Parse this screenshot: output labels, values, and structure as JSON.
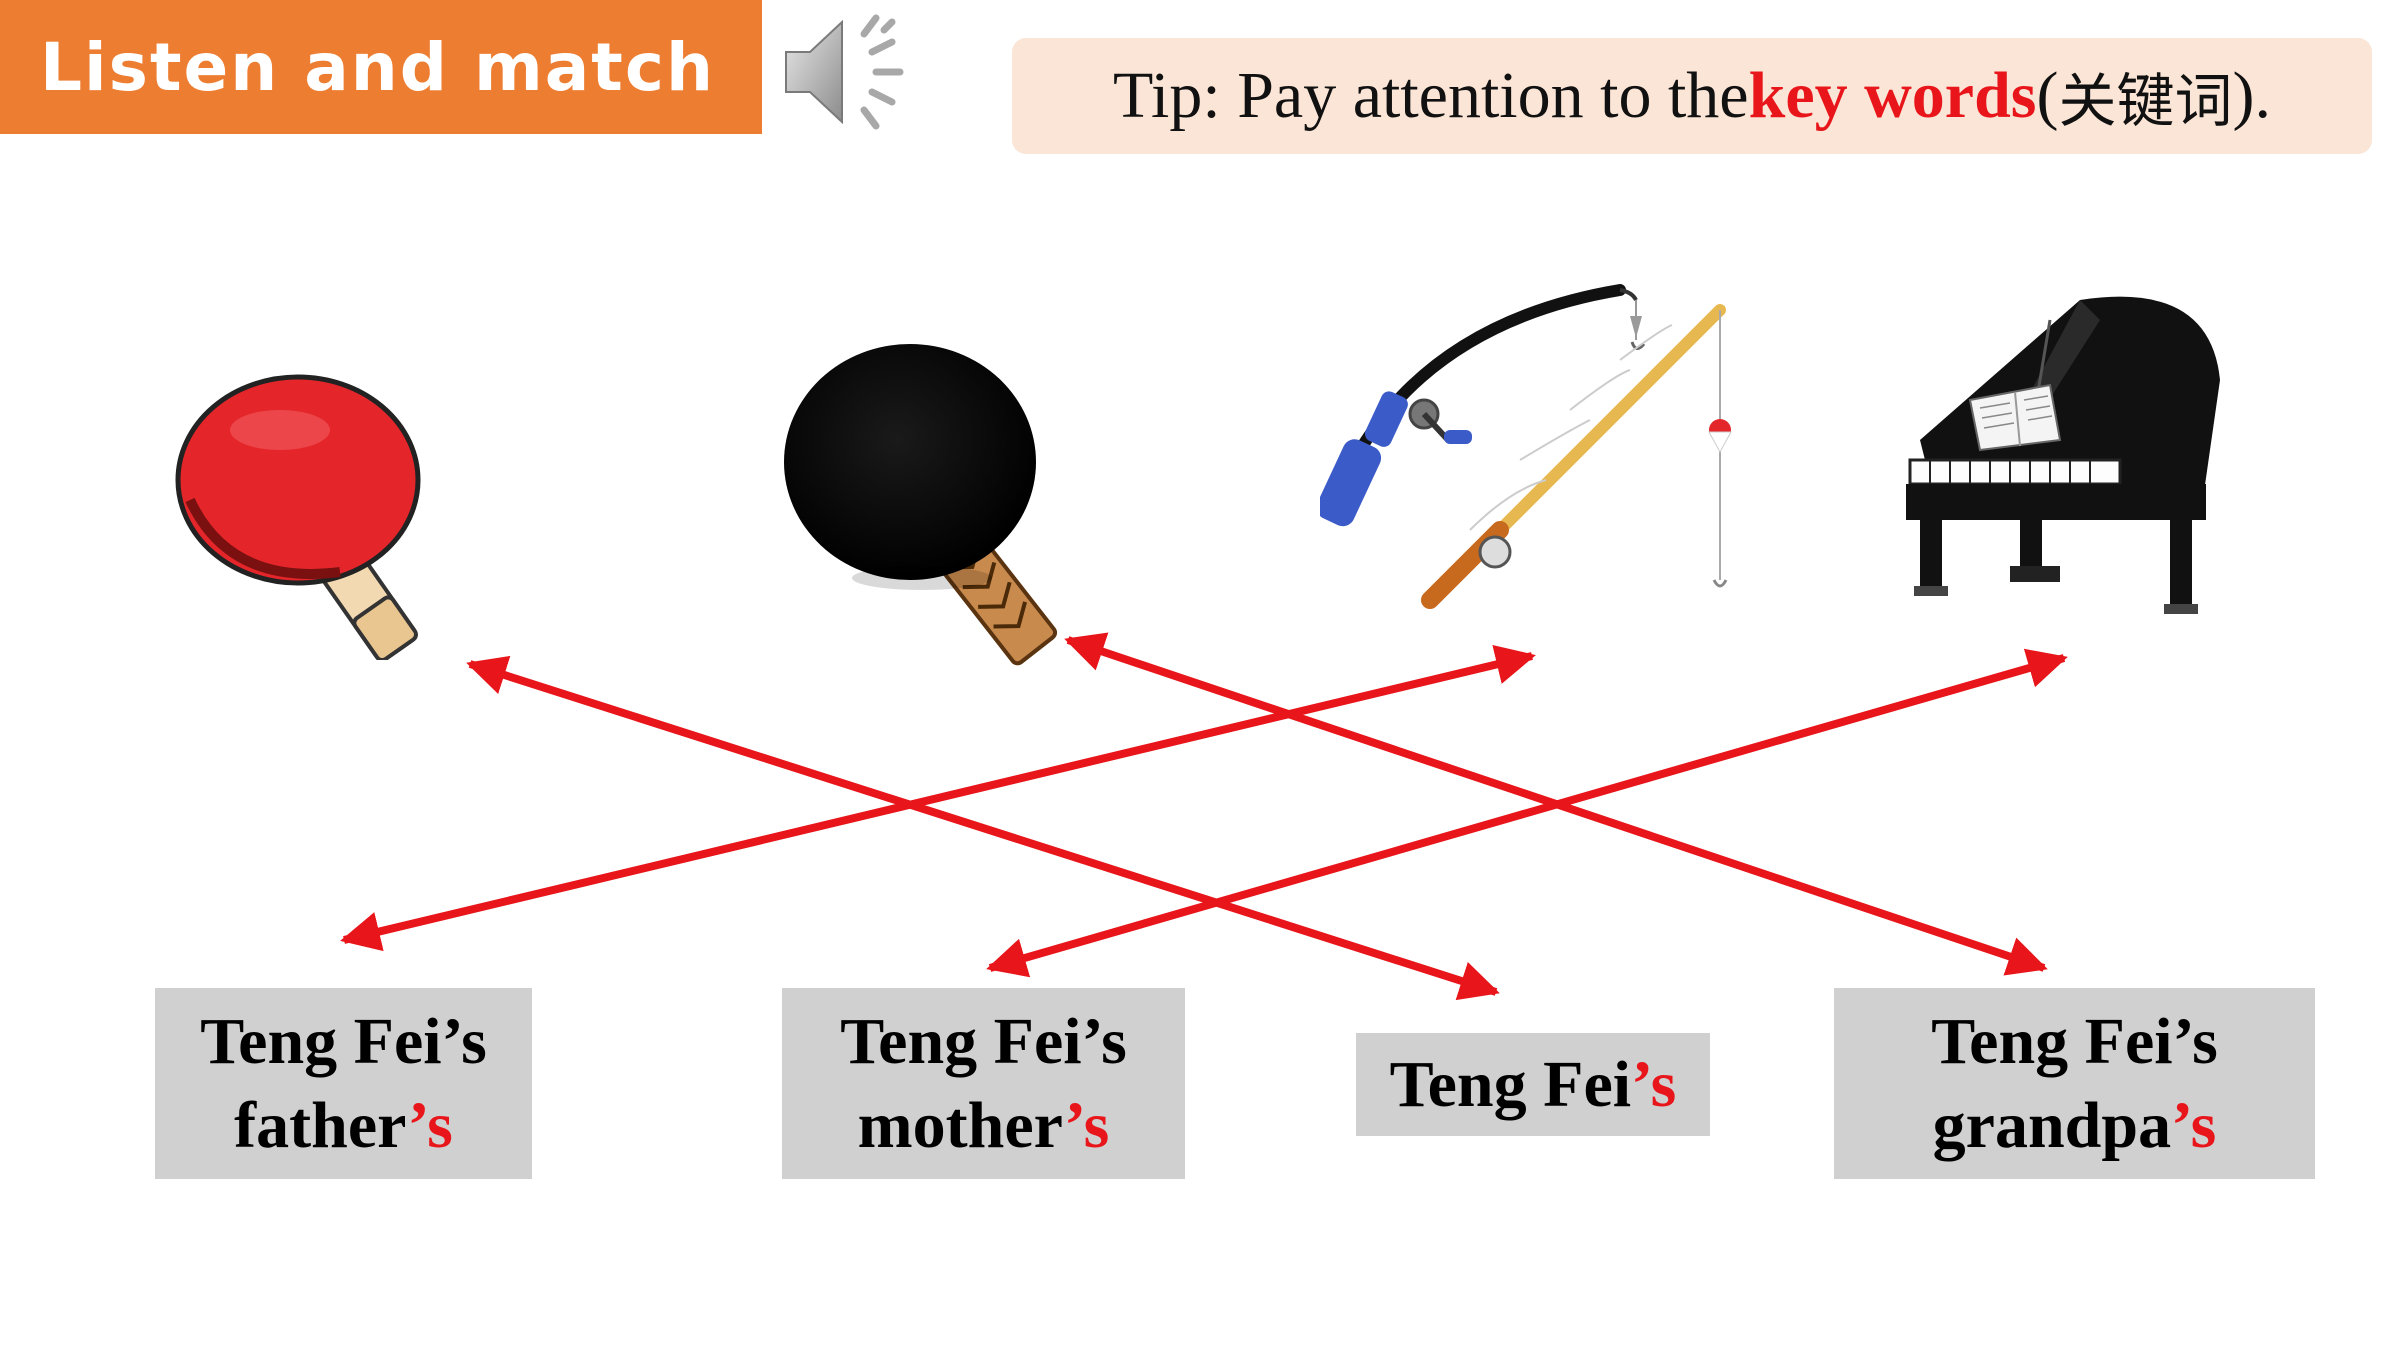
{
  "header": {
    "title": "Listen and match",
    "speaker_icon": "speaker-icon"
  },
  "tip": {
    "prefix": "Tip: Pay attention to the ",
    "keyword": "key words",
    "paren_open": "(",
    "chinese": "关键词",
    "suffix": ")."
  },
  "pictures": [
    {
      "name": "red-ping-pong-paddle",
      "icon": "red-paddle-icon"
    },
    {
      "name": "black-ping-pong-paddle",
      "icon": "black-paddle-icon"
    },
    {
      "name": "fishing-rods",
      "icon": "fishing-rod-icon"
    },
    {
      "name": "grand-piano",
      "icon": "piano-icon"
    }
  ],
  "labels": {
    "father": {
      "line1": "Teng Fei’s",
      "line2_base": "father",
      "line2_red": "’s"
    },
    "mother": {
      "line1": "Teng Fei’s",
      "line2_base": "mother",
      "line2_red": "’s"
    },
    "tengfei": {
      "base": "Teng Fei",
      "red": "’s"
    },
    "grandpa": {
      "line1": "Teng Fei’s",
      "line2_base": "grandpa",
      "line2_red": "’s"
    }
  },
  "matches": [
    {
      "label": "father",
      "picture": "fishing-rods"
    },
    {
      "label": "mother",
      "picture": "grand-piano"
    },
    {
      "label": "tengfei",
      "picture": "red-ping-pong-paddle"
    },
    {
      "label": "grandpa",
      "picture": "black-ping-pong-paddle"
    }
  ],
  "colors": {
    "banner": "#ED7D31",
    "tip_background": "#FBE5D6",
    "accent_red": "#E8161B",
    "label_background": "#D0D0D0"
  }
}
